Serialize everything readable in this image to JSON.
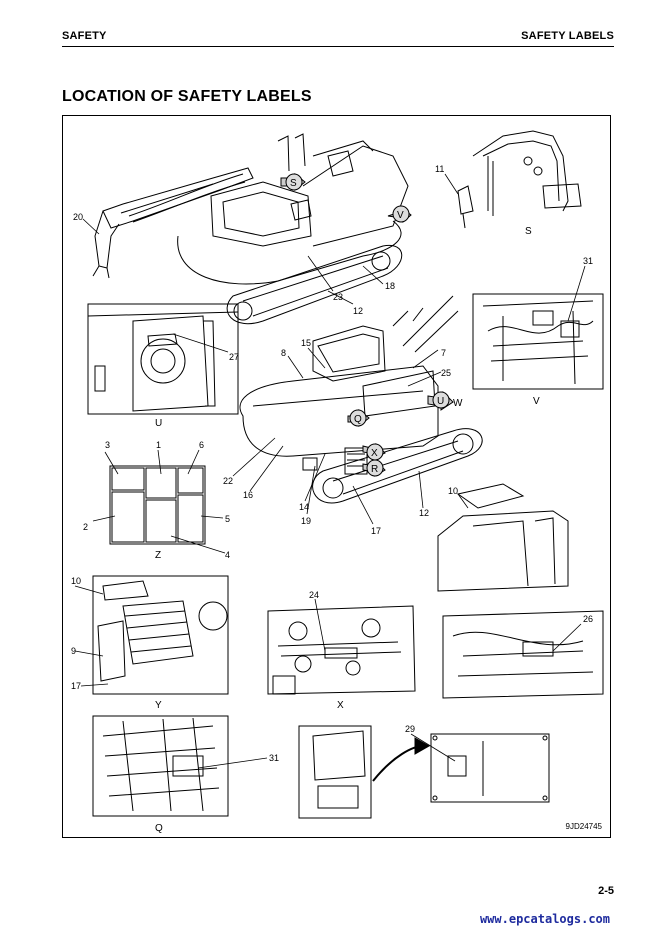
{
  "header": {
    "left": "SAFETY",
    "right": "SAFETY LABELS"
  },
  "title": "LOCATION OF SAFETY LABELS",
  "views": {
    "S": "S",
    "U": "U",
    "V": "V",
    "Z": "Z",
    "Y": "Y",
    "X": "X",
    "Q": "Q",
    "arrow_S": "S",
    "arrow_V": "V",
    "arrow_W": "W",
    "arrow_U": "U",
    "arrow_Q": "Q",
    "arrow_R": "R",
    "arrow_X": "X"
  },
  "labels": {
    "n20": "20",
    "n23": "23",
    "n18": "18",
    "n12a": "12",
    "n11": "11",
    "n31a": "31",
    "n27": "27",
    "n15": "15",
    "n8": "8",
    "n7": "7",
    "n25": "25",
    "n22": "22",
    "n16": "16",
    "n14": "14",
    "n19": "19",
    "n17a": "17",
    "n12b": "12",
    "n3": "3",
    "n1": "1",
    "n6": "6",
    "n2": "2",
    "n5": "5",
    "n4": "4",
    "n10a": "10",
    "n10b": "10",
    "n9": "9",
    "n17b": "17",
    "n24": "24",
    "n26": "26",
    "n31b": "31",
    "n29": "29"
  },
  "figure_code": "9JD24745",
  "page_number": "2-5",
  "watermark": "www.epcatalogs.com"
}
